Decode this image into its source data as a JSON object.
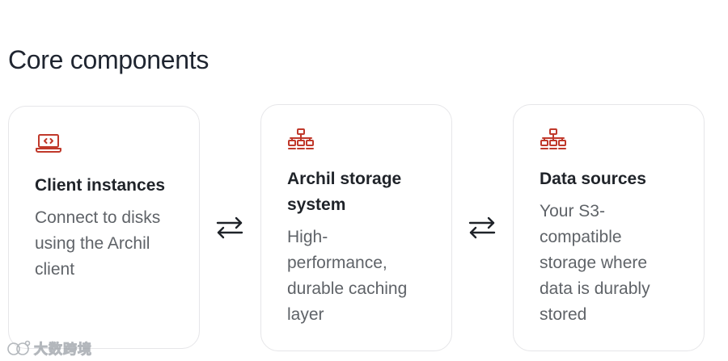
{
  "section": {
    "title": "Core components"
  },
  "colors": {
    "accent_icon": "#c0392b",
    "title_text": "#1f2329",
    "desc_text": "#5f6368",
    "card_border": "#e6e6e9"
  },
  "cards": [
    {
      "icon": "laptop-code-icon",
      "title": "Client instances",
      "description": "Connect to disks using the Archil client"
    },
    {
      "icon": "network-icon",
      "title": "Archil storage system",
      "description": "High-performance, durable caching layer"
    },
    {
      "icon": "network-icon",
      "title": "Data sources",
      "description": "Your S3-compatible storage where data is durably stored"
    }
  ],
  "connectors": [
    {
      "icon": "bidirectional-arrows-icon"
    },
    {
      "icon": "bidirectional-arrows-icon"
    }
  ],
  "watermark": {
    "text": "大数跨境"
  }
}
